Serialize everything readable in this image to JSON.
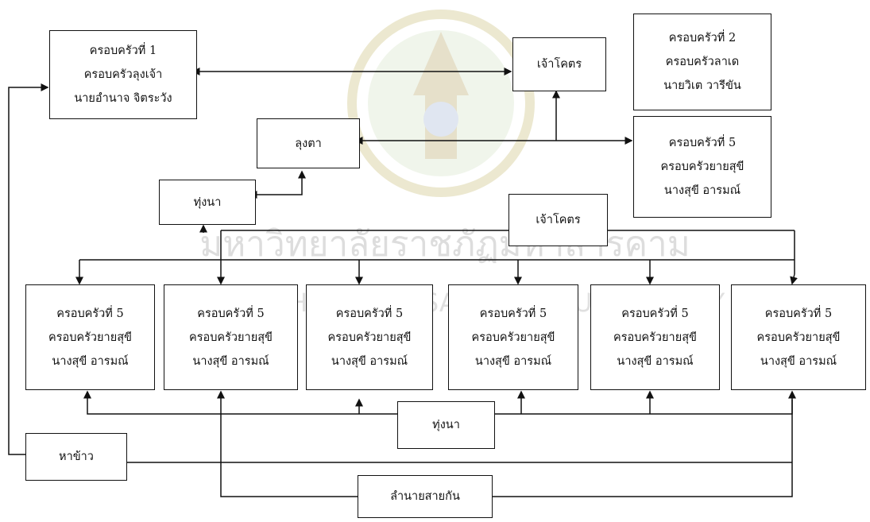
{
  "watermark": {
    "line1": "มหาวิทยาลัยราชภัฏมหาสารคาม",
    "line2": "RAJABHAT MAHASARAKHAM UNIVERSITY",
    "seal_color": "#c9d8b8"
  },
  "nodes": {
    "family1": [
      "ครอบครัวที่ 1",
      "ครอบครัวลุงเจ้า",
      "นายอำนาจ จิตระวัง"
    ],
    "chao_khot_top": [
      "เจ้าโคตร"
    ],
    "family2": [
      "ครอบครัวที่ 2",
      "ครอบครัวลาเด",
      "นายวิเต วารีขัน"
    ],
    "lung_ta": [
      "ลุงตา"
    ],
    "family5_top": [
      "ครอบครัวที่ 5",
      "ครอบครัวยายสุขี",
      "นางสุขี อารมณ์"
    ],
    "thung_na_top": [
      "ทุ่งนา"
    ],
    "chao_khot_mid": [
      "เจ้าโคตร"
    ],
    "row": [
      [
        "ครอบครัวที่ 5",
        "ครอบครัวยายสุขี",
        "นางสุขี อารมณ์"
      ],
      [
        "ครอบครัวที่ 5",
        "ครอบครัวยายสุขี",
        "นางสุขี อารมณ์"
      ],
      [
        "ครอบครัวที่ 5",
        "ครอบครัวยายสุขี",
        "นางสุขี อารมณ์"
      ],
      [
        "ครอบครัวที่ 5",
        "ครอบครัวยายสุขี",
        "นางสุขี อารมณ์"
      ],
      [
        "ครอบครัวที่ 5",
        "ครอบครัวยายสุขี",
        "นางสุขี อารมณ์"
      ],
      [
        "ครอบครัวที่ 5",
        "ครอบครัวยายสุขี",
        "นางสุขี อารมณ์"
      ]
    ],
    "thung_na_bottom": [
      "ทุ่งนา"
    ],
    "ha_khao": [
      "หาข้าว"
    ],
    "lam_nai": [
      "ลำนายสายกัน"
    ]
  }
}
